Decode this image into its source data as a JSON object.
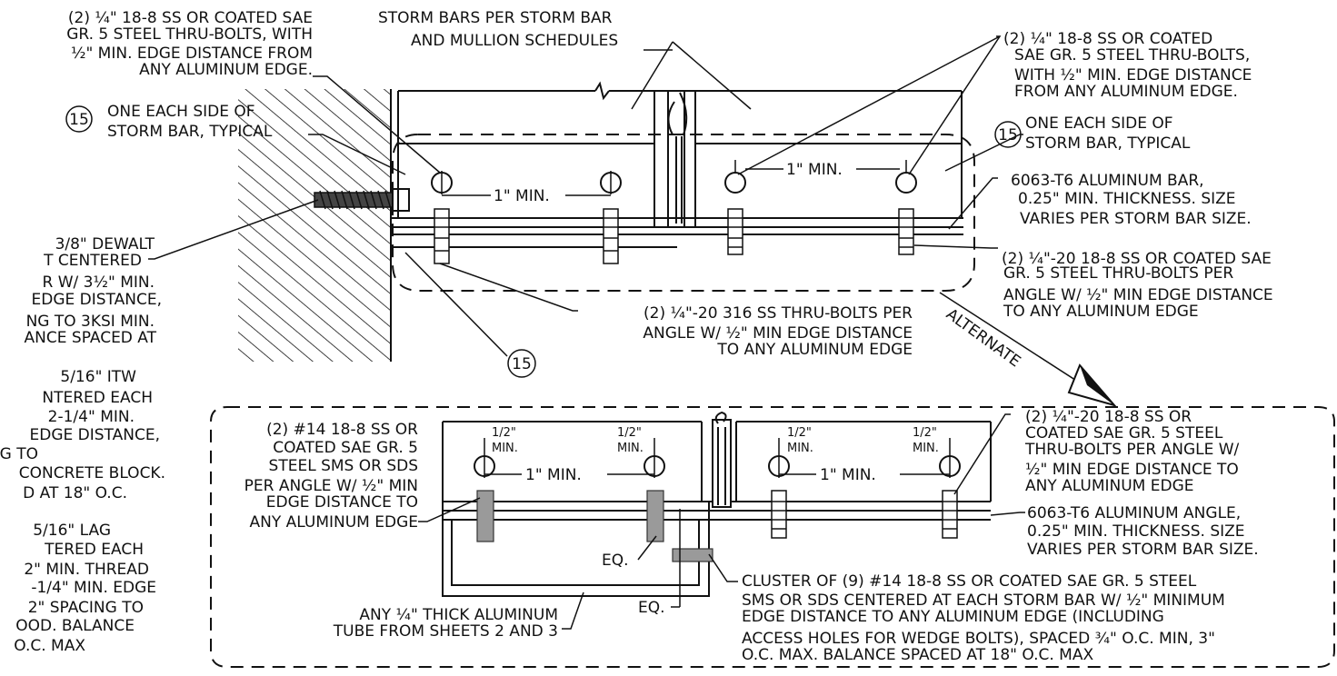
{
  "notes": {
    "top_left_bolts": [
      "(2) ¼\" 18-8 SS OR COATED SAE",
      "GR. 5 STEEL THRU-BOLTS, WITH",
      "½\" MIN. EDGE DISTANCE FROM",
      "ANY ALUMINUM EDGE."
    ],
    "storm_bars": [
      "STORM BARS PER STORM BAR",
      "AND MULLION SCHEDULES"
    ],
    "top_right_bolts": [
      "(2) ¼\" 18-8 SS OR COATED",
      "SAE GR. 5 STEEL THRU-BOLTS,",
      "WITH ½\" MIN. EDGE DISTANCE",
      "FROM ANY ALUMINUM EDGE."
    ],
    "each_side_left": [
      "ONE EACH SIDE OF",
      "STORM BAR, TYPICAL"
    ],
    "each_side_right": [
      "ONE EACH SIDE OF",
      "STORM BAR, TYPICAL"
    ],
    "callout_15": "15",
    "one_inch_min": "1\" MIN.",
    "half_inch_min": [
      "1/2\"",
      "MIN."
    ],
    "aluminum_bar": [
      "6063-T6 ALUMINUM BAR,",
      "0.25\" MIN. THICKNESS. SIZE",
      "VARIES PER STORM BAR SIZE."
    ],
    "dewalt": [
      "3/8\" DEWALT",
      "T CENTERED",
      "R W/ 3½\" MIN.",
      "EDGE DISTANCE,",
      "NG TO 3KSI MIN.",
      "ANCE SPACED AT"
    ],
    "right_bolts_angle": [
      "(2) ¼\"-20 18-8 SS OR COATED SAE",
      "GR. 5 STEEL THRU-BOLTS PER",
      "ANGLE W/ ½\" MIN EDGE DISTANCE",
      "TO ANY ALUMINUM EDGE"
    ],
    "bolts_316": [
      "(2) ¼\"-20 316 SS THRU-BOLTS PER",
      "ANGLE W/ ½\" MIN EDGE DISTANCE",
      "TO ANY ALUMINUM EDGE"
    ],
    "alternate": "ALTERNATE",
    "itw": [
      "5/16\" ITW",
      "NTERED EACH",
      "2-1/4\" MIN.",
      "EDGE DISTANCE,",
      "G TO",
      "CONCRETE BLOCK.",
      "D AT 18\" O.C."
    ],
    "lag": [
      "5/16\" LAG",
      "TERED EACH",
      "2\" MIN. THREAD",
      "-1/4\" MIN. EDGE",
      "2\" SPACING TO",
      "OOD. BALANCE",
      "O.C. MAX"
    ],
    "sms_left": [
      "(2) #14 18-8 SS OR",
      "COATED SAE GR. 5",
      "STEEL SMS OR SDS",
      "PER ANGLE W/ ½\" MIN",
      "EDGE DISTANCE TO",
      "ANY ALUMINUM EDGE"
    ],
    "alt_bolts_right": [
      "(2) ¼\"-20 18-8 SS OR",
      "COATED SAE GR. 5 STEEL",
      "THRU-BOLTS PER ANGLE W/",
      "½\" MIN EDGE DISTANCE TO",
      "ANY ALUMINUM EDGE"
    ],
    "aluminum_angle": [
      "6063-T6 ALUMINUM ANGLE,",
      "0.25\" MIN. THICKNESS. SIZE",
      "VARIES PER STORM BAR SIZE."
    ],
    "eq": "EQ.",
    "cluster": [
      "CLUSTER OF (9) #14 18-8 SS OR COATED SAE GR. 5 STEEL",
      "SMS OR SDS CENTERED AT EACH STORM BAR W/ ½\" MINIMUM",
      "EDGE DISTANCE TO ANY ALUMINUM EDGE (INCLUDING",
      "ACCESS HOLES FOR WEDGE BOLTS), SPACED ¾\" O.C. MIN, 3\"",
      "O.C. MAX. BALANCE SPACED AT 18\" O.C. MAX"
    ],
    "tube": [
      "ANY ¼\" THICK ALUMINUM",
      "TUBE FROM SHEETS 2 AND 3"
    ]
  }
}
